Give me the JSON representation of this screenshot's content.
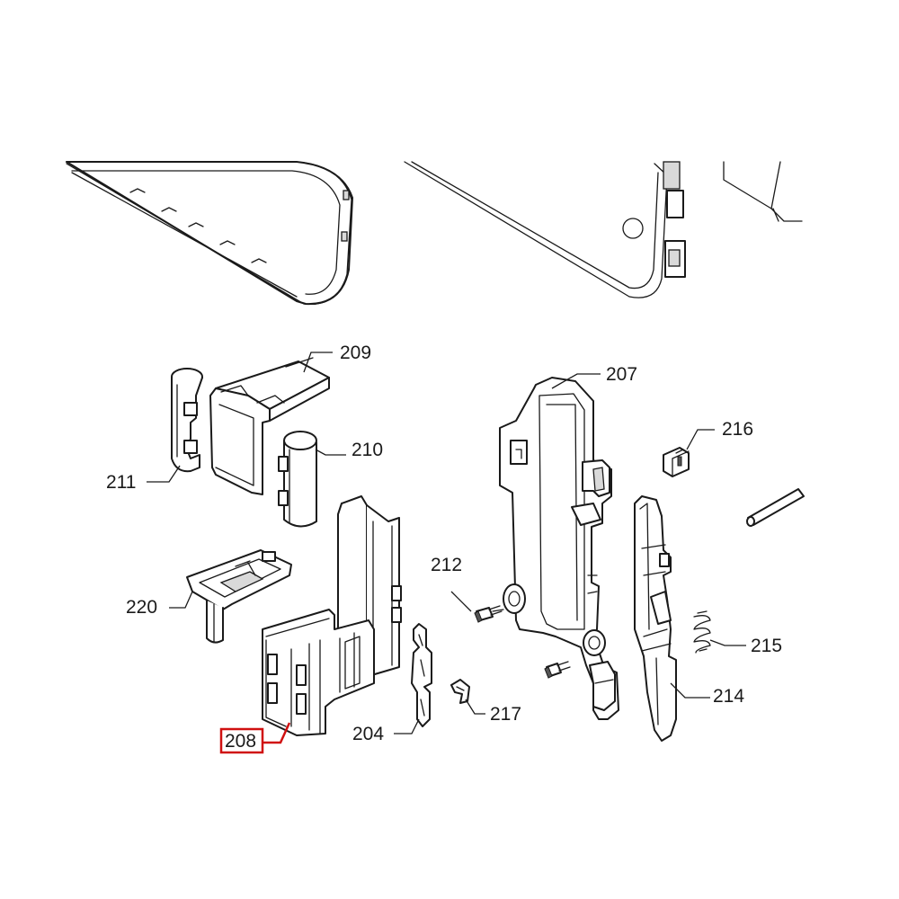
{
  "diagram": {
    "highlight_color": "#d01010",
    "highlighted_part": "208",
    "callouts": [
      {
        "id": "209",
        "text": "209"
      },
      {
        "id": "211",
        "text": "211"
      },
      {
        "id": "210",
        "text": "210"
      },
      {
        "id": "220",
        "text": "220"
      },
      {
        "id": "208",
        "text": "208"
      },
      {
        "id": "204",
        "text": "204"
      },
      {
        "id": "212",
        "text": "212"
      },
      {
        "id": "217",
        "text": "217"
      },
      {
        "id": "207",
        "text": "207"
      },
      {
        "id": "216",
        "text": "216"
      },
      {
        "id": "215",
        "text": "215"
      },
      {
        "id": "214",
        "text": "214"
      }
    ]
  }
}
